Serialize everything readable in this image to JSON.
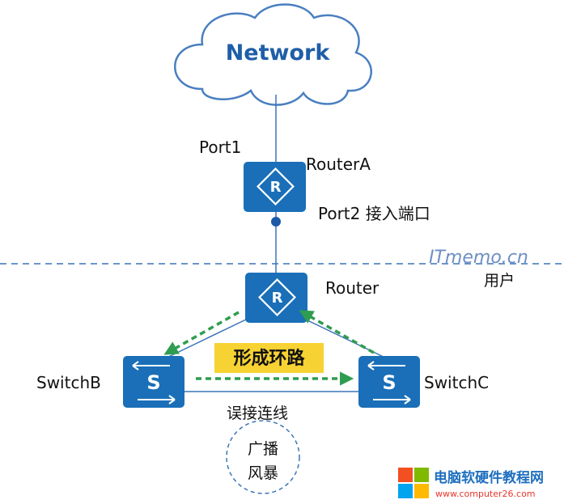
{
  "network": {
    "label": "Network"
  },
  "ports": {
    "port1": "Port1",
    "port2": "Port2 接入端口"
  },
  "devices": {
    "router_a": "RouterA",
    "router": "Router",
    "switch_b": "SwitchB",
    "switch_c": "SwitchC",
    "router_icon_letter": "R",
    "switch_icon_letter": "S"
  },
  "zones": {
    "user_label": "用户"
  },
  "watermark": "ITmemo.cn",
  "annotations": {
    "loop_label": "形成环路",
    "miswire_label": "误接连线",
    "storm_line1": "广播",
    "storm_line2": "风暴"
  },
  "brand": {
    "title": "电脑软硬件教程网",
    "url": "www.computer26.com",
    "logo_colors": [
      "#f25022",
      "#7fba00",
      "#00a4ef",
      "#ffb900"
    ]
  },
  "colors": {
    "device_blue": "#1a6fb8",
    "line_blue": "#3b74b8",
    "loop_green": "#2f9d4f",
    "label_yellow": "#f7d233",
    "cloud_text": "#1f5ea8",
    "brand_text": "#1f6fbf",
    "url_text": "#e5372c"
  }
}
